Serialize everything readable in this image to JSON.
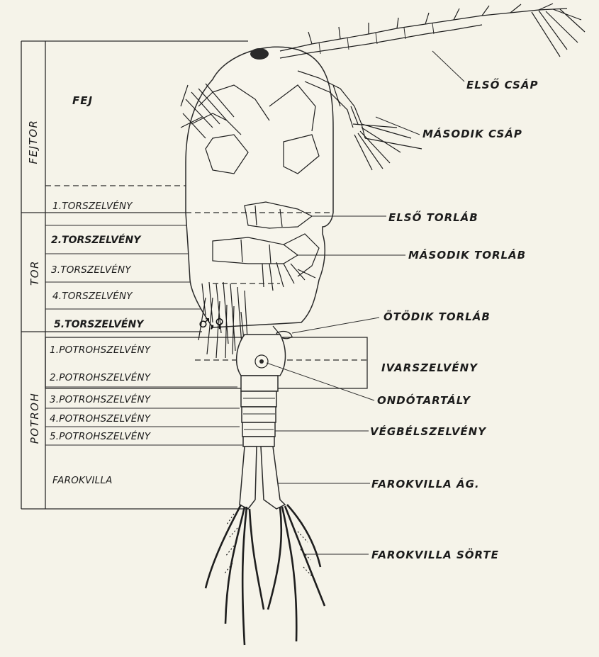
{
  "regions": {
    "fejtor": "FEJTOR",
    "tor": "TOR",
    "potroh": "POTROH"
  },
  "head_label": "FEJ",
  "thorax_segments": [
    "1.TORSZELVÉNY",
    "2.TORSZELVÉNY",
    "3.TORSZELVÉNY",
    "4.TORSZELVÉNY",
    "5.TORSZELVÉNY"
  ],
  "abdomen_segments": [
    "1.POTROHSZELVÉNY",
    "2.POTROHSZELVÉNY",
    "3.POTROHSZELVÉNY",
    "4.POTROHSZELVÉNY",
    "5.POTROHSZELVÉNY"
  ],
  "furca_label": "FAROKVILLA",
  "parts": [
    "ELSŐ CSÁP",
    "MÁSODIK CSÁP",
    "ELSŐ TORLÁB",
    "MÁSODIK TORLÁB",
    "ÖTÖDIK TORLÁB",
    "IVARSZELVÉNY",
    "ONDÓTARTÁLY",
    "VÉGBÉLSZELVÉNY",
    "FAROKVILLA ÁG.",
    "FAROKVILLA SÖRTE"
  ],
  "marks": {
    "male_female": "♂,♀"
  },
  "colors": {
    "paper": "#f5f3e9",
    "ink": "#1c1c1c"
  }
}
